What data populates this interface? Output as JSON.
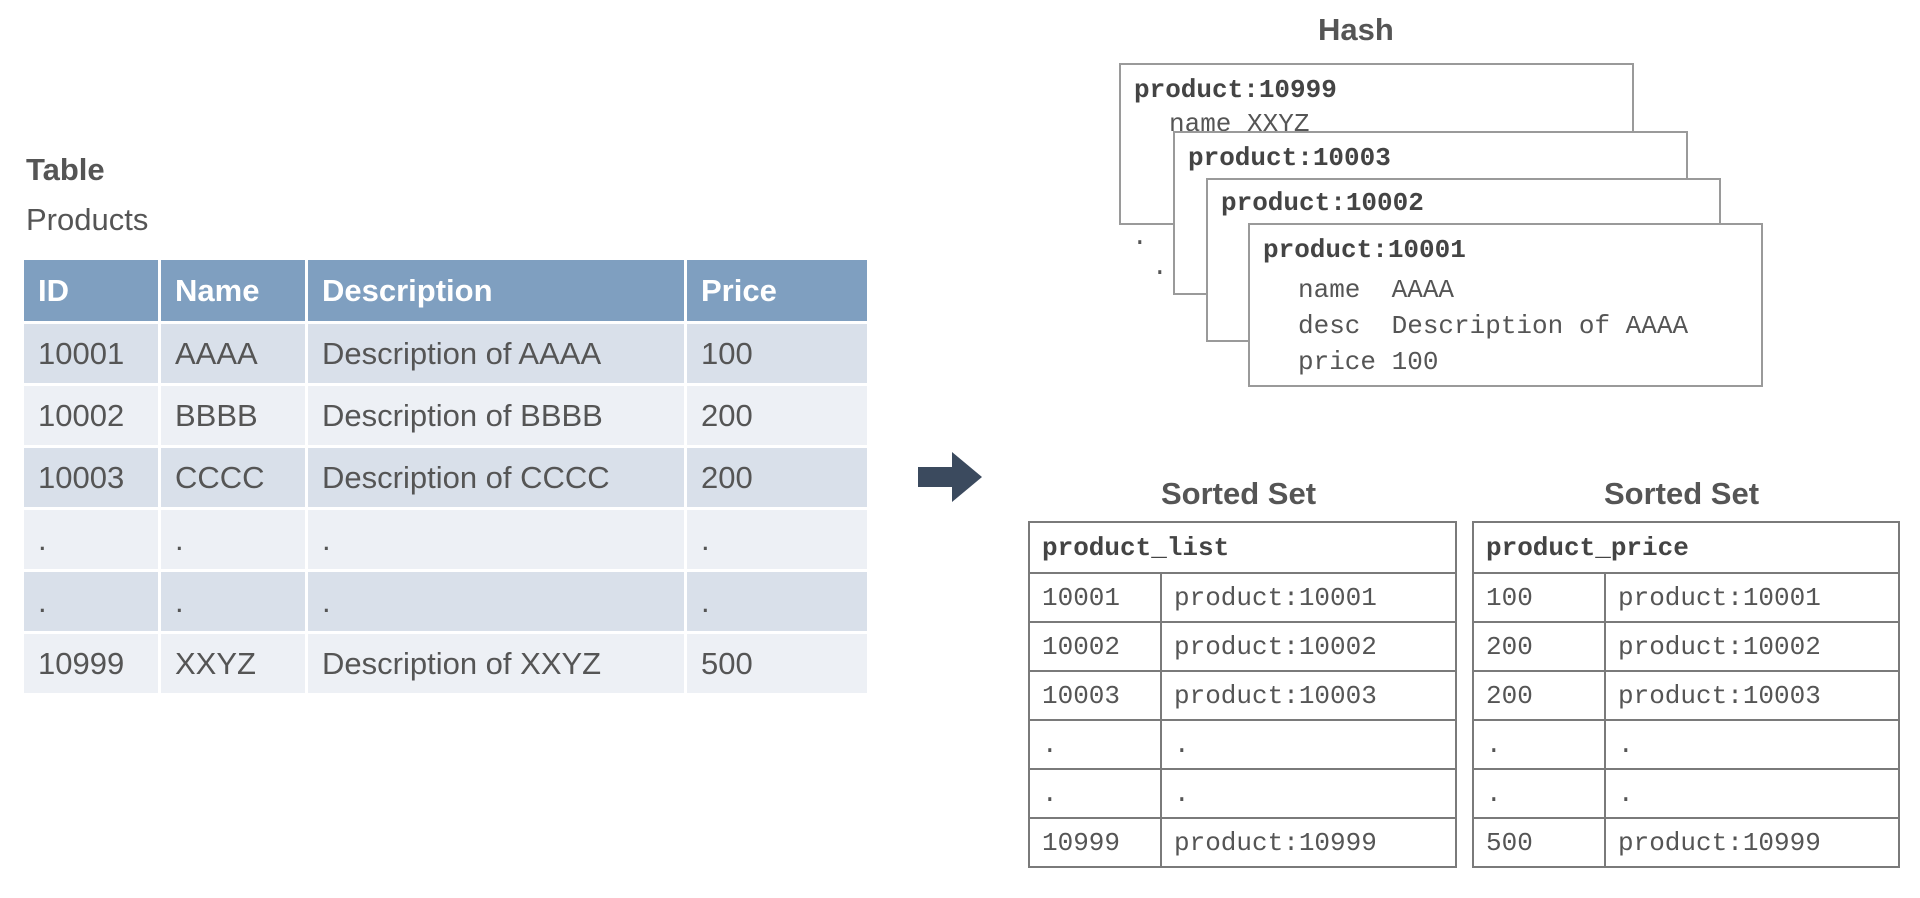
{
  "table": {
    "heading": "Table",
    "name": "Products",
    "columns": [
      "ID",
      "Name",
      "Description",
      "Price"
    ],
    "rows": [
      [
        "10001",
        "AAAA",
        "Description of AAAA",
        "100"
      ],
      [
        "10002",
        "BBBB",
        "Description of BBBB",
        "200"
      ],
      [
        "10003",
        "CCCC",
        "Description of CCCC",
        "200"
      ],
      [
        ".",
        ".",
        ".",
        "."
      ],
      [
        ".",
        ".",
        ".",
        "."
      ],
      [
        "10999",
        "XXYZ",
        "Description of XXYZ",
        "500"
      ]
    ]
  },
  "hash": {
    "heading": "Hash",
    "cards": [
      {
        "key": "product:10999",
        "fields": [
          "name  XXYZ"
        ]
      },
      {
        "key": "product:10003",
        "fields": []
      },
      {
        "key": "product:10002",
        "fields": []
      },
      {
        "key": "product:10001",
        "fields": [
          "name  AAAA",
          "desc  Description of AAAA",
          "price 100"
        ]
      }
    ],
    "dots": ".",
    "arrow_icon": "right-arrow-icon",
    "arrow_color": "#3b4a5e"
  },
  "sorted_sets": [
    {
      "heading": "Sorted Set",
      "key": "product_list",
      "rows": [
        [
          "10001",
          "product:10001"
        ],
        [
          "10002",
          "product:10002"
        ],
        [
          "10003",
          "product:10003"
        ],
        [
          ".",
          "."
        ],
        [
          ".",
          "."
        ],
        [
          "10999",
          "product:10999"
        ]
      ]
    },
    {
      "heading": "Sorted Set",
      "key": "product_price",
      "rows": [
        [
          "100",
          "product:10001"
        ],
        [
          "200",
          "product:10002"
        ],
        [
          "200",
          "product:10003"
        ],
        [
          ".",
          "."
        ],
        [
          ".",
          "."
        ],
        [
          "500",
          "product:10999"
        ]
      ]
    }
  ],
  "colors": {
    "table_header": "#7f9fc0",
    "row_dark": "#d9e0ea",
    "row_light": "#edf0f5"
  }
}
